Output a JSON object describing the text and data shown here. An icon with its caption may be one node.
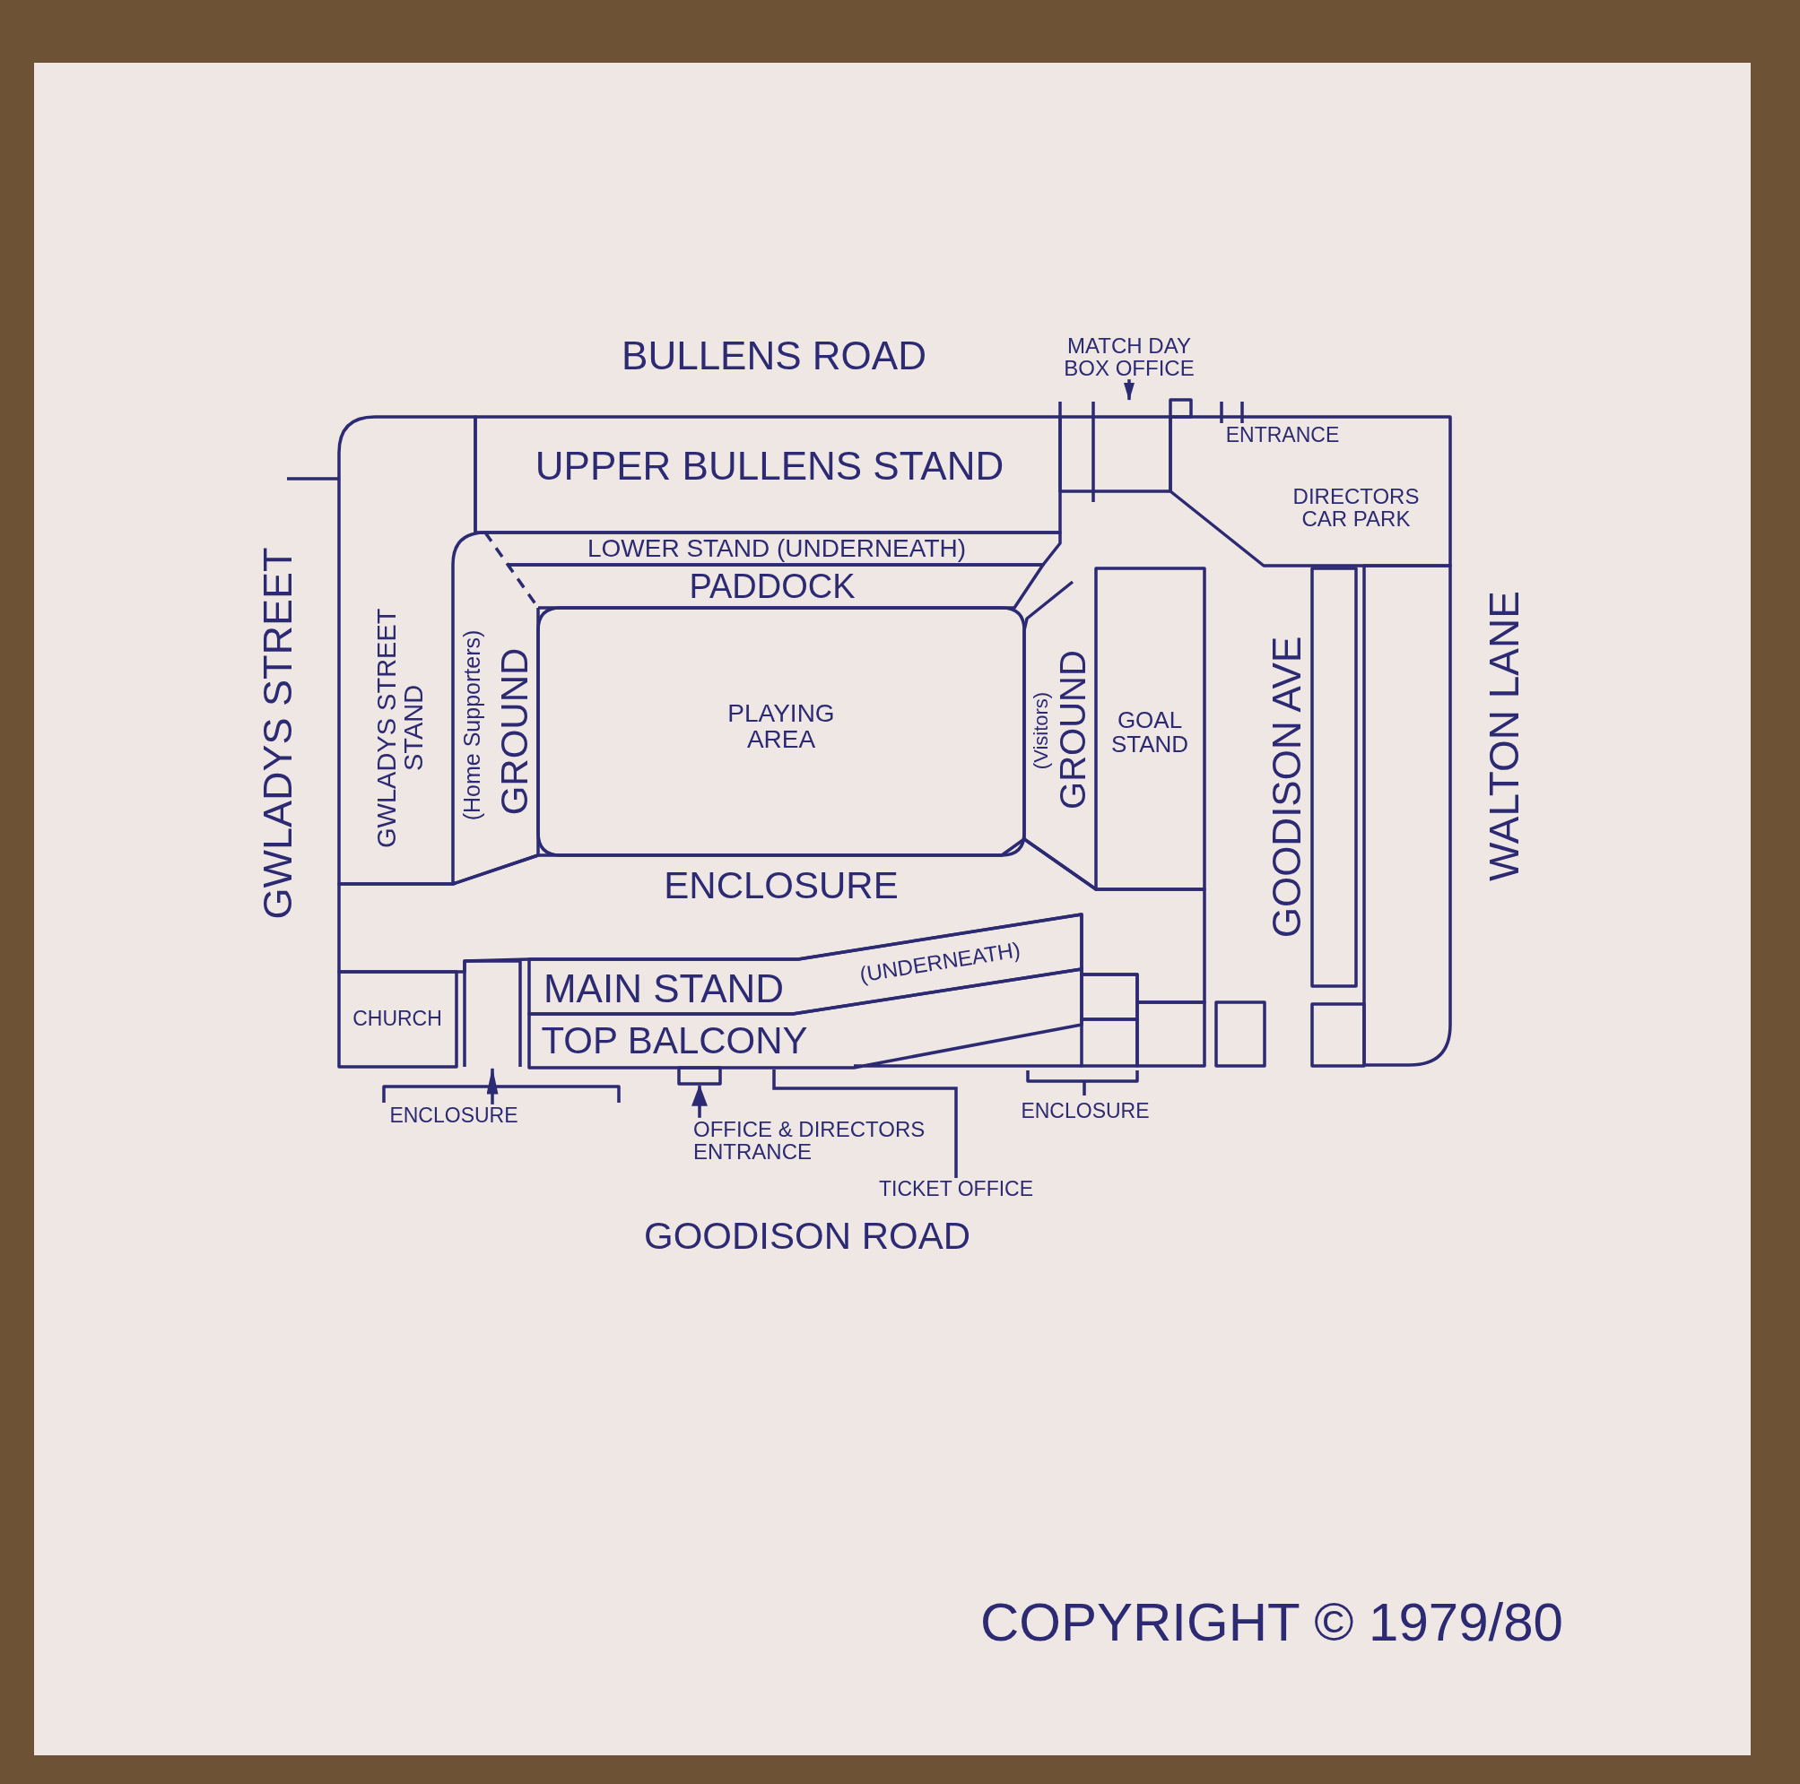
{
  "diagram": {
    "nodes": [
      {
        "text": [
          "MATCH DAY BOX OFFICE"
        ]
      },
      {
        "text": [
          "UPPER BULLENS STAND"
        ]
      },
      {
        "text": [],
        "shape": "box"
      },
      {
        "text": [],
        "shape": "box"
      },
      {
        "text": [
          "DIRECTORS CAR PARK"
        ]
      },
      {
        "text": [
          "LOWER STAND (UNDERNEATH)"
        ]
      },
      {
        "text": [
          "PADDOCK"
        ]
      },
      {
        "text": [
          "GWLADYS STREET STAND"
        ]
      },
      {
        "text": [
          "(Home Supporters)",
          "GROUND"
        ]
      },
      {
        "text": [
          "PLAYING AREA"
        ]
      },
      {
        "text": [
          "(Visitors)",
          "GROUND"
        ]
      },
      {
        "text": [
          "GOAL STAND"
        ]
      },
      {
        "text": [],
        "shape": "box"
      },
      {
        "text": [],
        "shape": "box"
      },
      {
        "text": [
          "ENCLOSURE"
        ]
      },
      {
        "text": [
          "MAIN STAND",
          "(UNDERNEATH)"
        ]
      },
      {
        "text": [
          "CHURCH"
        ]
      },
      {
        "text": [],
        "shape": "box"
      },
      {
        "text": [
          "TOP BALCONY"
        ]
      },
      {
        "text": [],
        "shape": "box"
      },
      {
        "text": [],
        "shape": "box"
      },
      {
        "text": [],
        "shape": "box"
      },
      {
        "text": [],
        "shape": "box"
      },
      {
        "text": [],
        "shape": "box"
      },
      {
        "text": [
          "ENCLOSURE"
        ]
      },
      {
        "text": [],
        "shape": "box"
      },
      {
        "text": [
          "OFFICE & DIRECTORS ENTRANCE"
        ]
      },
      {
        "text": [
          "TICKET OFFICE"
        ]
      }
    ],
    "edges": [
      {
        "from": 0,
        "to": 2,
        "arrow": "to"
      },
      {
        "from": 24,
        "to": 17,
        "arrow": "to"
      },
      {
        "from": 26,
        "to": 25,
        "arrow": "to"
      },
      {
        "from": 27,
        "to": 18,
        "arrow": "none"
      }
    ],
    "labels": [
      "BULLENS ROAD",
      "ENTRANCE",
      "GWLADYS STREET",
      "GOODISON AVE",
      "WALTON LANE",
      "ENCLOSURE",
      "GOODISON ROAD",
      "COPYRIGHT © 1979/80"
    ]
  }
}
